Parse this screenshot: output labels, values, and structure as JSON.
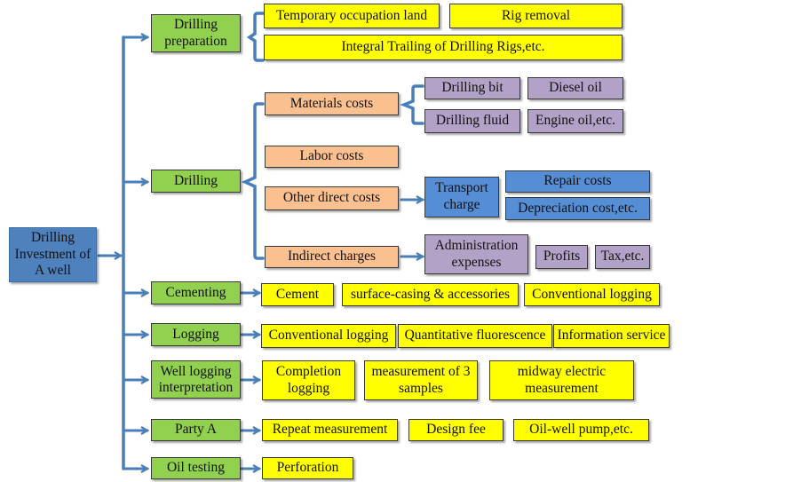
{
  "diagram": {
    "root": "Drilling Investment of A well",
    "colors": {
      "root": "#4f81bd",
      "category": "#92d050",
      "item": "#ffff00",
      "sub_category": "#fac090",
      "materials_item": "#b3a2c7",
      "other_direct_item": "#558ed5",
      "connector": "#4a7ebb"
    },
    "categories": [
      {
        "label": "Drilling preparation",
        "items": [
          "Temporary occupation land",
          "Rig removal",
          "Integral Trailing of Drilling Rigs,etc."
        ]
      },
      {
        "label": "Drilling",
        "sub_categories": [
          {
            "label": "Materials costs",
            "items": [
              "Drilling bit",
              "Diesel oil",
              "Drilling fluid",
              "Engine oil,etc."
            ]
          },
          {
            "label": "Labor costs",
            "items": []
          },
          {
            "label": "Other direct costs",
            "intermediate": "Transport charge",
            "items": [
              "Repair costs",
              "Depreciation cost,etc."
            ]
          },
          {
            "label": "Indirect charges",
            "intermediate": "Administration expenses",
            "items": [
              "Profits",
              "Tax,etc."
            ]
          }
        ]
      },
      {
        "label": "Cementing",
        "items": [
          "Cement",
          "surface-casing & accessories",
          "Conventional logging"
        ]
      },
      {
        "label": "Logging",
        "items": [
          "Conventional logging",
          "Quantitative fluorescence",
          "Information service"
        ]
      },
      {
        "label": "Well logging interpretation",
        "items": [
          "Completion logging",
          "measurement of 3 samples",
          "midway electric measurement"
        ]
      },
      {
        "label": "Party A",
        "items": [
          "Repeat measurement",
          "Design fee",
          "Oil-well pump,etc."
        ]
      },
      {
        "label": "Oil testing",
        "items": [
          "Perforation"
        ]
      }
    ]
  }
}
